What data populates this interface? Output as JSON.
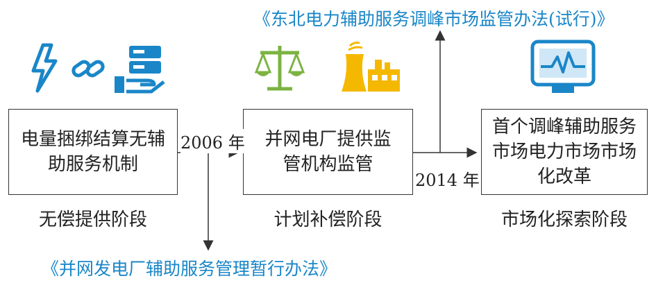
{
  "policies": {
    "top": "《东北电力辅助服务调峰市场监管办法(试行)》",
    "bottom": "《并网发电厂辅助服务管理暂行办法》"
  },
  "boxes": [
    "电量捆绑结算无辅助服务机制",
    "并网电厂提供监管机构监管",
    "首个调峰辅助服务市场电力市场市场化改革"
  ],
  "stages": [
    "无偿提供阶段",
    "计划补偿阶段",
    "市场化探索阶段"
  ],
  "years": [
    "2006 年",
    "2014 年"
  ],
  "icons": [
    "lightning-icon",
    "link-icon",
    "server-hand-icon",
    "balance-scale-icon",
    "power-plant-icon",
    "monitor-chart-icon"
  ],
  "colors": {
    "blue": "#1a86c8",
    "green": "#7cb342",
    "yellow": "#f5b800"
  }
}
